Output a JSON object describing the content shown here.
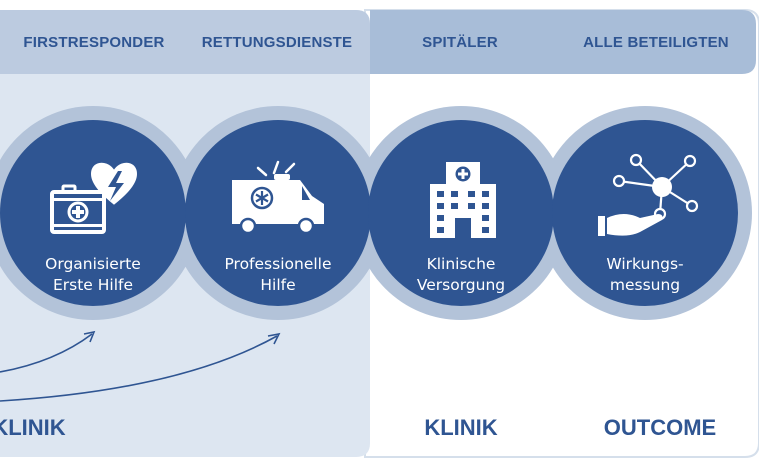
{
  "header": {
    "phases": [
      "FIRSTRESPONDER",
      "RETTUNGSDIENSTE",
      "SPITÄLER",
      "ALLE BETEILIGTEN"
    ]
  },
  "steps": [
    {
      "line1": "Organisierte",
      "line2": "Erste Hilfe",
      "icon": "first-aid-kit-defibrillator-icon"
    },
    {
      "line1": "Professionelle",
      "line2": "Hilfe",
      "icon": "ambulance-icon"
    },
    {
      "line1": "Klinische",
      "line2": "Versorgung",
      "icon": "hospital-icon"
    },
    {
      "line1": "Wirkungs-",
      "line2": "messung",
      "icon": "network-hand-icon"
    }
  ],
  "footer": {
    "labels": [
      "KLINIK",
      "KLINIK",
      "OUTCOME"
    ]
  },
  "colors": {
    "circle": "#2f5592",
    "ring": "#b3c3d9",
    "panel": "#dde6f1",
    "header_band": "#a8bdd8",
    "text_dark": "#2f5592"
  }
}
